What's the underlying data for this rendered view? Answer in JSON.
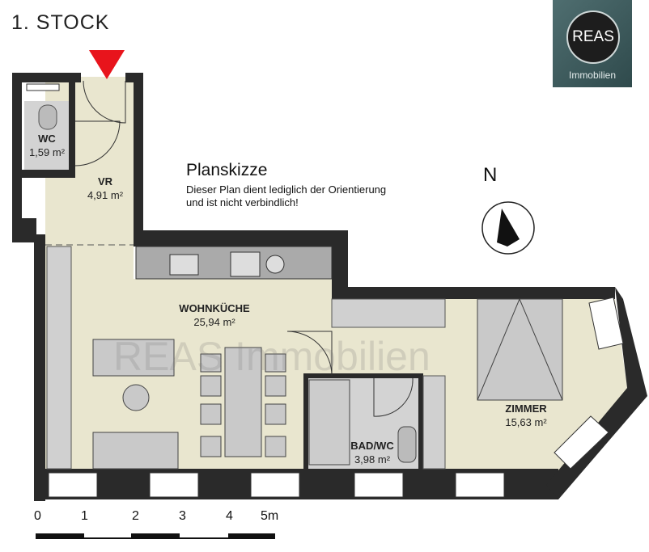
{
  "floor_title": "1. STOCK",
  "logo": {
    "name": "REAS",
    "subtitle": "Immobilien"
  },
  "plan": {
    "title": "Planskizze",
    "note_line1": "Dieser Plan dient lediglich der Orientierung",
    "note_line2": "und ist nicht verbindlich!"
  },
  "watermark": "REAS Immobilien",
  "north_label": "N",
  "rooms": [
    {
      "name": "WC",
      "area": "1,59 m²"
    },
    {
      "name": "VR",
      "area": "4,91 m²"
    },
    {
      "name": "WOHNKÜCHE",
      "area": "25,94 m²"
    },
    {
      "name": "BAD/WC",
      "area": "3,98 m²"
    },
    {
      "name": "ZIMMER",
      "area": "15,63 m²"
    }
  ],
  "scale": {
    "ticks": [
      "0",
      "1",
      "2",
      "3",
      "4",
      "5m"
    ]
  },
  "colors": {
    "floor": "#e9e6cf",
    "wall": "#2a2a2a",
    "wet": "#d3d3d3",
    "entrance": "#e8141c"
  }
}
